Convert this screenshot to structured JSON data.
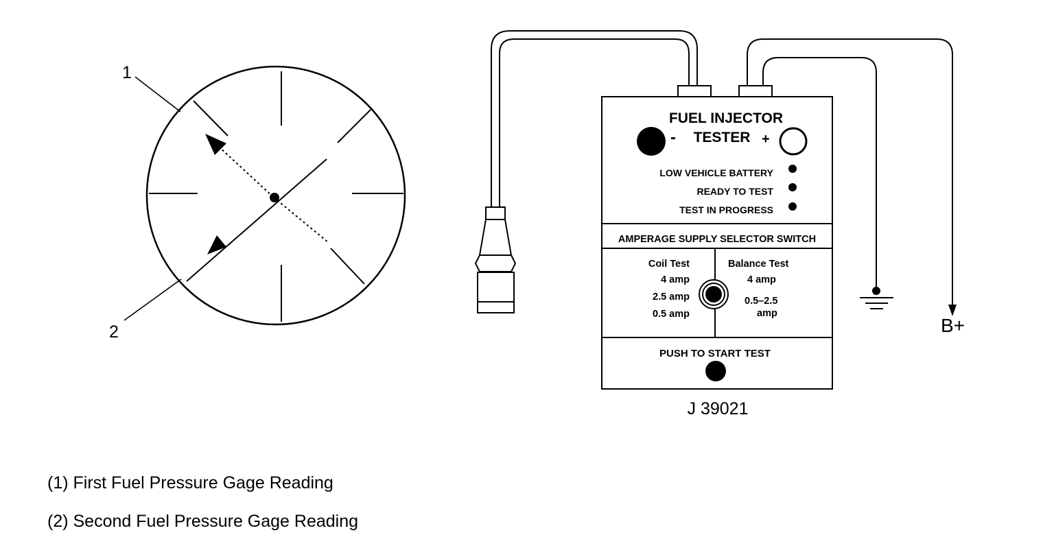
{
  "gage": {
    "callout_1": "1",
    "callout_2": "2"
  },
  "tester": {
    "title_line1": "FUEL INJECTOR",
    "title_line2": "TESTER",
    "minus_sign": "-",
    "plus_sign": "+",
    "indicators": [
      {
        "label": "LOW VEHICLE BATTERY"
      },
      {
        "label": "READY TO TEST"
      },
      {
        "label": "TEST IN PROGRESS"
      }
    ],
    "selector_title": "AMPERAGE SUPPLY SELECTOR SWITCH",
    "coil_test": {
      "header": "Coil Test",
      "options": [
        "4 amp",
        "2.5 amp",
        "0.5 amp"
      ]
    },
    "balance_test": {
      "header": "Balance Test",
      "opt1": "4 amp",
      "opt2_line1": "0.5–2.5",
      "opt2_line2": "amp"
    },
    "push_label": "PUSH TO START TEST",
    "part_number": "J 39021"
  },
  "battery_label": "B+",
  "captions": [
    "(1) First Fuel Pressure Gage Reading",
    "(2) Second Fuel Pressure Gage Reading"
  ]
}
